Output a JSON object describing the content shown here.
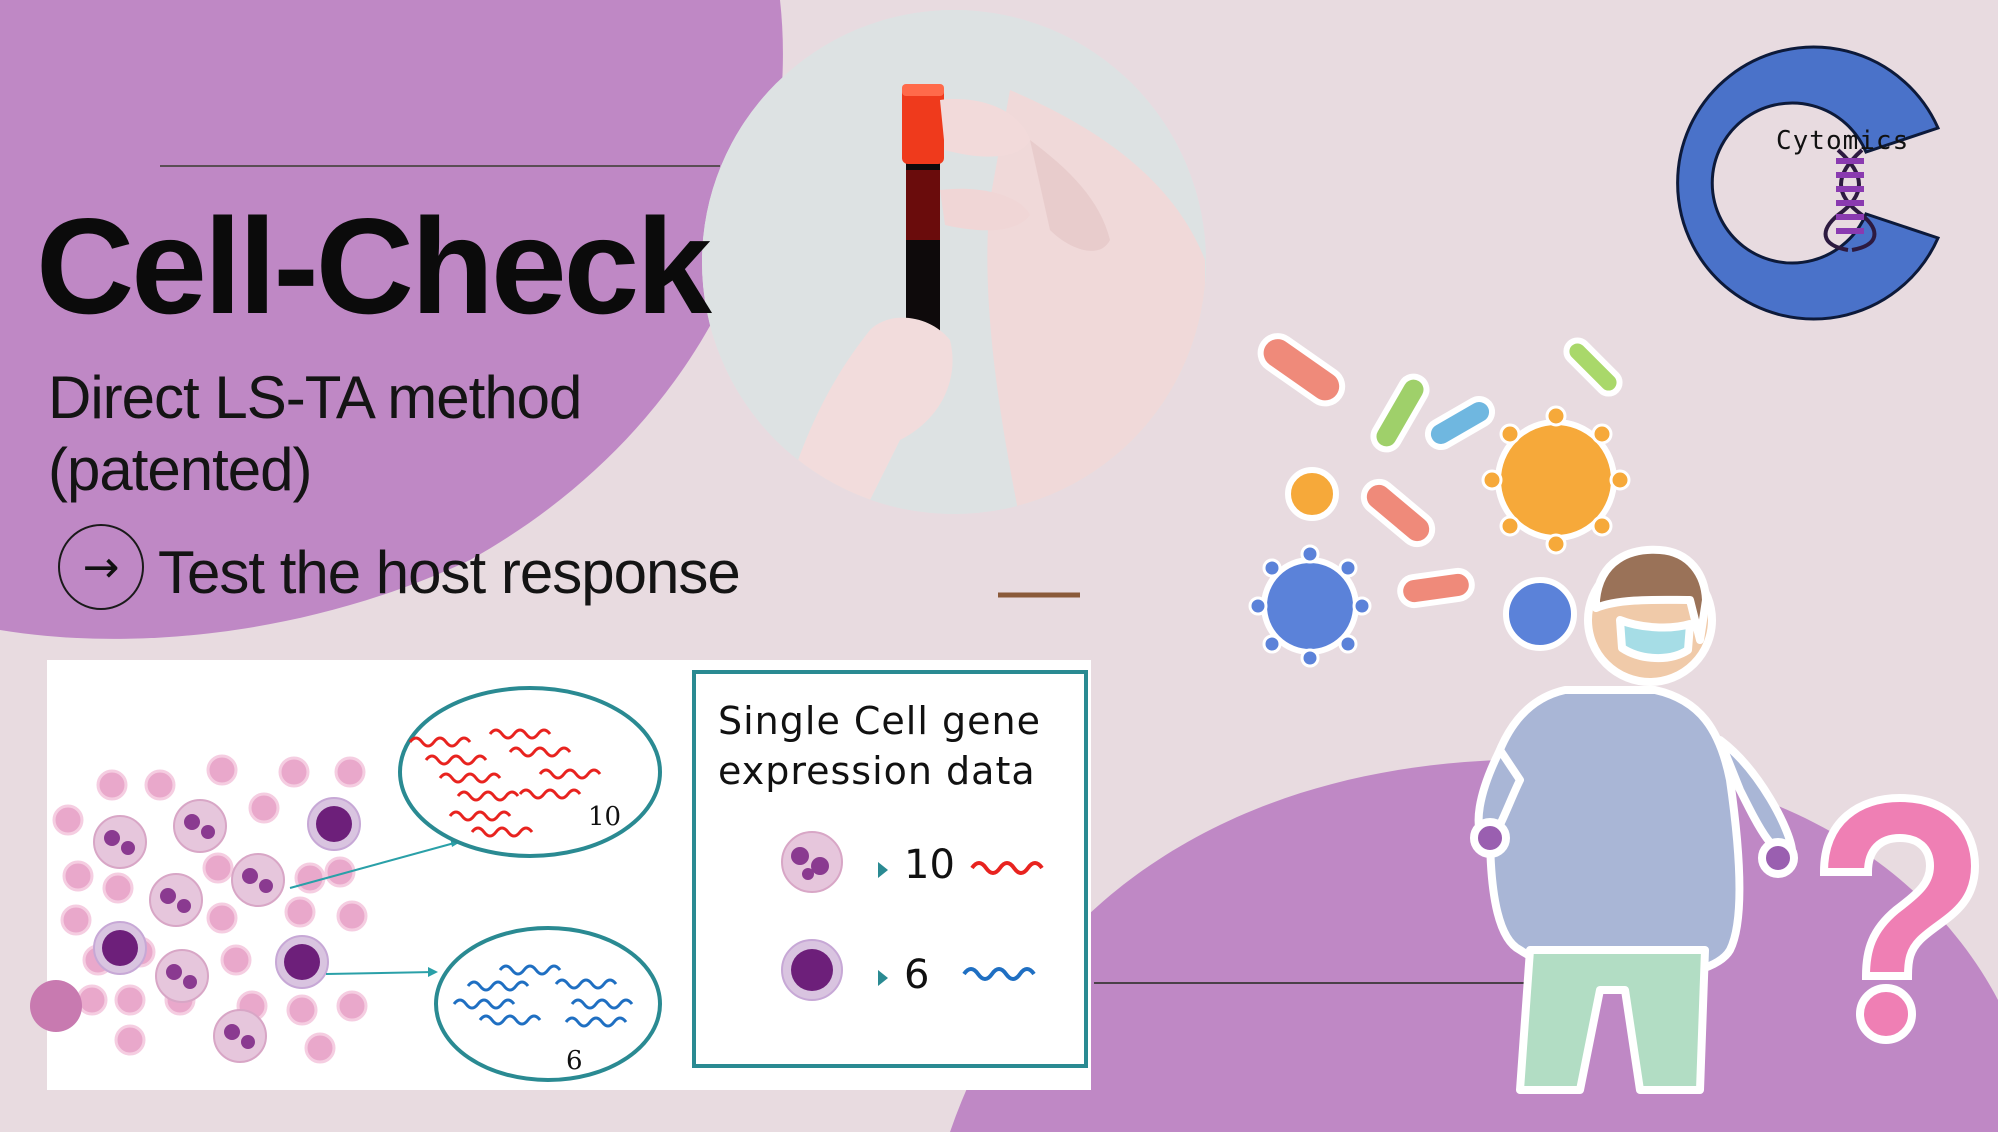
{
  "slide": {
    "title": "Cell-Check",
    "subtitle_line1": "Direct LS-TA method",
    "subtitle_line2": "(patented)",
    "cta_icon": "arrow-right-icon",
    "cta_text": "Test the host response"
  },
  "logo": {
    "name": "Cytomics",
    "icon": "dna-icon",
    "ring_color": "#4a72c9"
  },
  "figure": {
    "legend_line1": "Single Cell gene",
    "legend_line2": "expression data",
    "bubble_top_count": "10",
    "bubble_bottom_count": "6",
    "legend_row1_value": "10",
    "legend_row2_value": "6",
    "red_wave_color": "#e8231f",
    "blue_wave_color": "#1f6fc2"
  },
  "colors": {
    "background": "#e8dbe0",
    "purple": "#bf88c5"
  }
}
